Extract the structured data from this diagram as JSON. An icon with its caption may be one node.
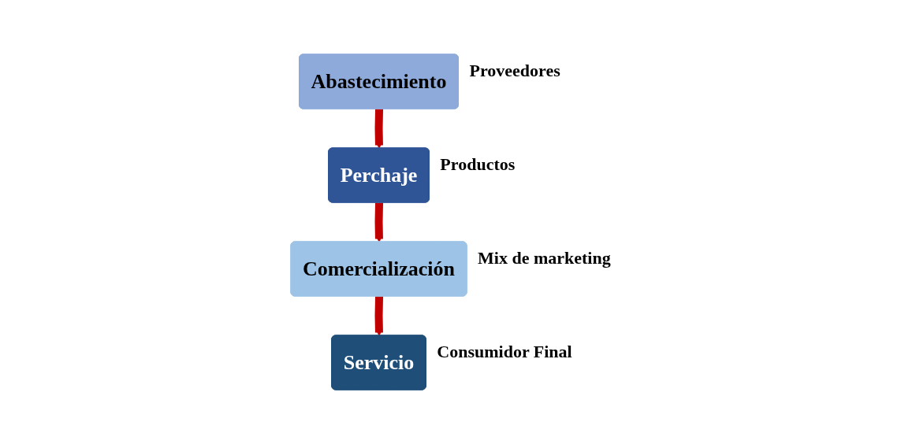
{
  "diagram": {
    "nodes": [
      {
        "text": [
          "Abastecimiento"
        ],
        "beside": [
          "Proveedores"
        ]
      },
      {
        "text": [
          "Perchaje"
        ],
        "beside": [
          "Productos"
        ]
      },
      {
        "text": [
          "Comercialización"
        ],
        "beside": [
          "Mix de marketing"
        ]
      },
      {
        "text": [
          "Servicio"
        ],
        "beside": [
          "Consumidor Final"
        ]
      }
    ],
    "edges": [
      {
        "from": 0,
        "to": 1,
        "arrow": "to",
        "color": "#c00000"
      },
      {
        "from": 1,
        "to": 2,
        "arrow": "to",
        "color": "#c00000"
      },
      {
        "from": 2,
        "to": 3,
        "arrow": "to",
        "color": "#c00000"
      }
    ]
  }
}
